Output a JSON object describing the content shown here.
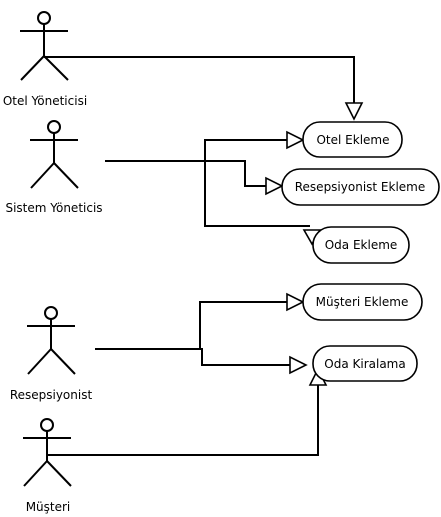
{
  "actors": [
    {
      "id": "otel-yoneticisi",
      "label": "Otel Yöneticisi"
    },
    {
      "id": "sistem-yoneticisi",
      "label": "Sistem Yöneticis"
    },
    {
      "id": "resepsiyonist",
      "label": "Resepsiyonist"
    },
    {
      "id": "musteri",
      "label": "Müşteri"
    }
  ],
  "usecases": [
    {
      "id": "otel-ekleme",
      "label": "Otel Ekleme"
    },
    {
      "id": "resepsiyonist-ekleme",
      "label": "Resepsiyonist Ekleme"
    },
    {
      "id": "oda-ekleme",
      "label": "Oda Ekleme"
    },
    {
      "id": "musteri-ekleme",
      "label": "Müşteri Ekleme"
    },
    {
      "id": "oda-kiralama",
      "label": "Oda Kiralama"
    }
  ]
}
